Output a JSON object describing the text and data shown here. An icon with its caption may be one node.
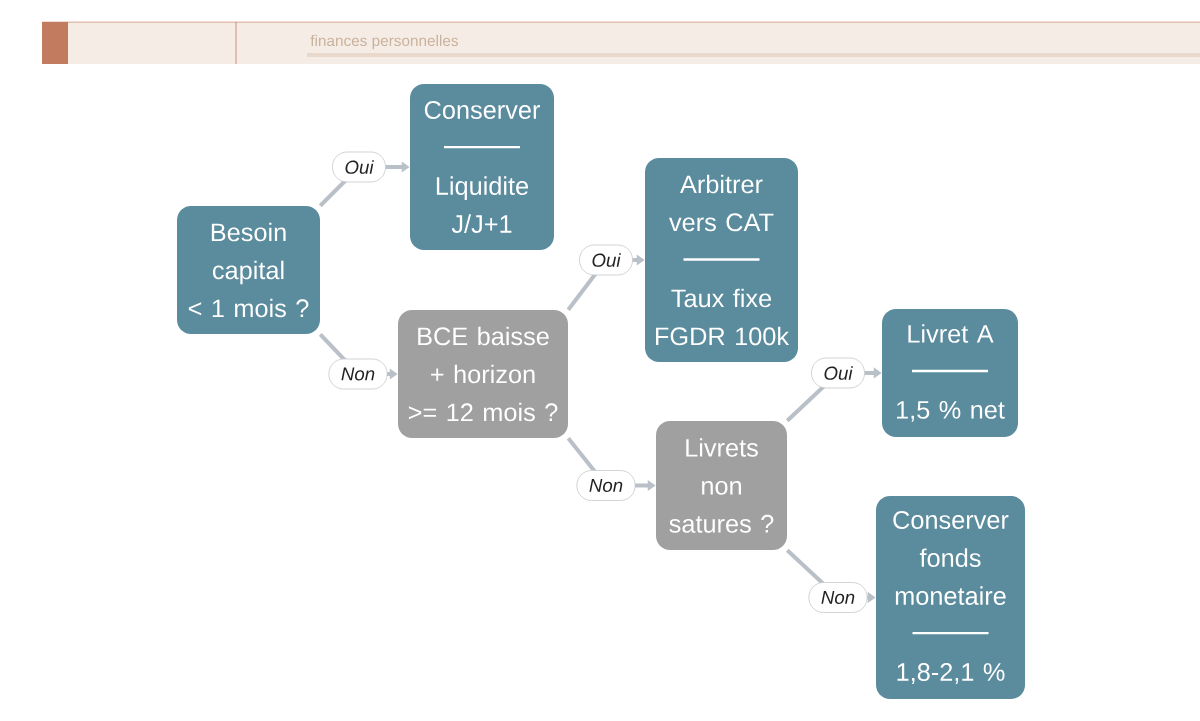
{
  "diagram": {
    "nodes": [
      {
        "text": [
          "Besoin capital < 1 mois ?"
        ]
      },
      {
        "text": [
          "Conserver",
          "Liquidite J/J+1"
        ]
      },
      {
        "text": [
          "BCE baisse + horizon >= 12 mois ?"
        ]
      },
      {
        "text": [
          "Arbitrer vers CAT",
          "Taux fixe FGDR 100k"
        ]
      },
      {
        "text": [
          "Livrets non satures ?"
        ]
      },
      {
        "text": [
          "Livret A",
          "1,5 % net"
        ]
      },
      {
        "text": [
          "Conserver fonds monetaire",
          "1,8-2,1 %"
        ]
      }
    ],
    "edges": [
      {
        "from": 0,
        "to": 1,
        "arrow": "to",
        "label": "Oui"
      },
      {
        "from": 0,
        "to": 2,
        "arrow": "to",
        "label": "Non"
      },
      {
        "from": 2,
        "to": 3,
        "arrow": "to",
        "label": "Oui"
      },
      {
        "from": 2,
        "to": 4,
        "arrow": "to",
        "label": "Non"
      },
      {
        "from": 4,
        "to": 5,
        "arrow": "to",
        "label": "Oui"
      },
      {
        "from": 4,
        "to": 6,
        "arrow": "to",
        "label": "Non"
      }
    ],
    "labels": [
      "finances personnelles"
    ]
  }
}
